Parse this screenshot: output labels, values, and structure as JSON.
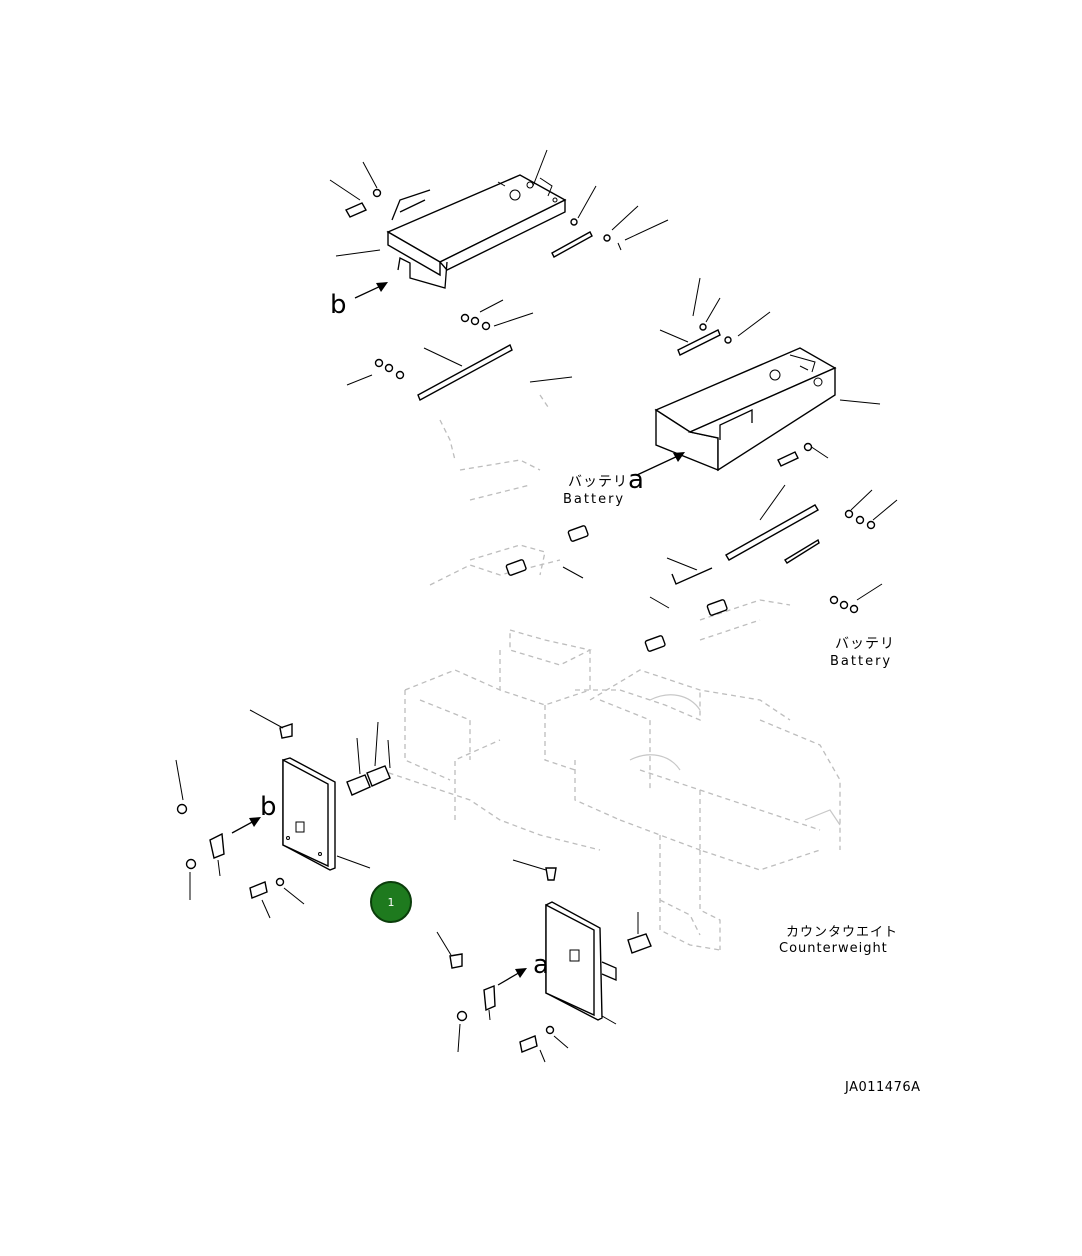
{
  "diagram": {
    "ref_label_b": "b",
    "ref_label_a": "a",
    "battery_jp": "バッテリ",
    "battery_en": "Battery",
    "counterweight_jp": "カウンタウエイト",
    "counterweight_en": "Counterweight",
    "drawing_code": "JA011476A",
    "callout_number": "1",
    "callout_color": "#1e7a1e"
  }
}
